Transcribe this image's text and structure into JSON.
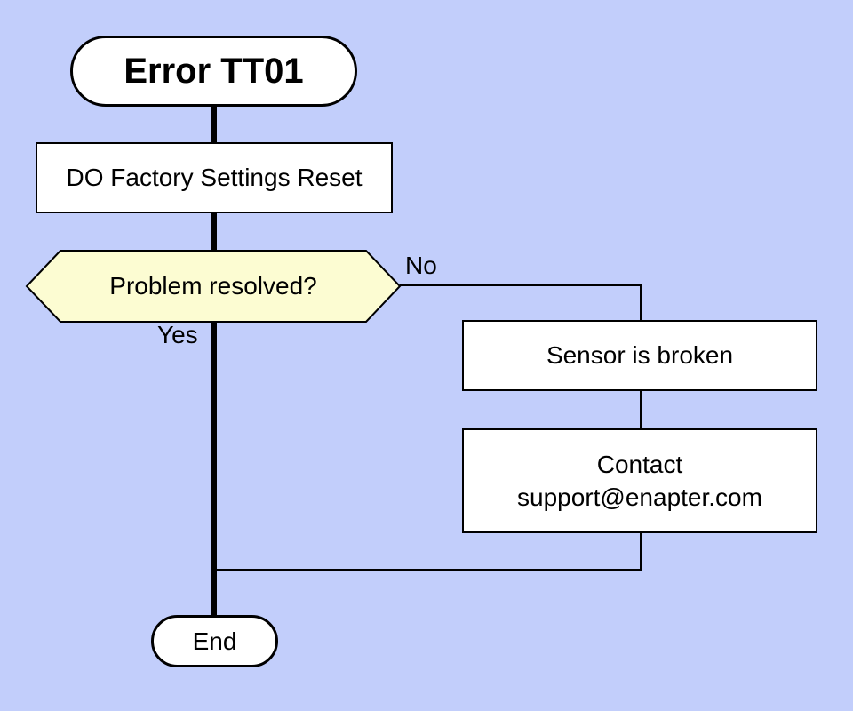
{
  "diagram": {
    "type": "flowchart",
    "nodes": {
      "start": {
        "label": "Error TT01",
        "shape": "terminator"
      },
      "factory_reset": {
        "label": "DO Factory Settings Reset",
        "shape": "process"
      },
      "problem_resolved": {
        "label": "Problem resolved?",
        "shape": "decision"
      },
      "sensor_broken": {
        "label": "Sensor is broken",
        "shape": "process"
      },
      "contact_support": {
        "line1": "Contact",
        "line2": "support@enapter.com",
        "shape": "process"
      },
      "end": {
        "label": "End",
        "shape": "terminator"
      }
    },
    "edge_labels": {
      "no": "No",
      "yes": "Yes"
    },
    "colors": {
      "background": "#c2cefb",
      "shape_fill": "#ffffff",
      "decision_fill": "#fcfcd2",
      "stroke": "#000000"
    }
  }
}
